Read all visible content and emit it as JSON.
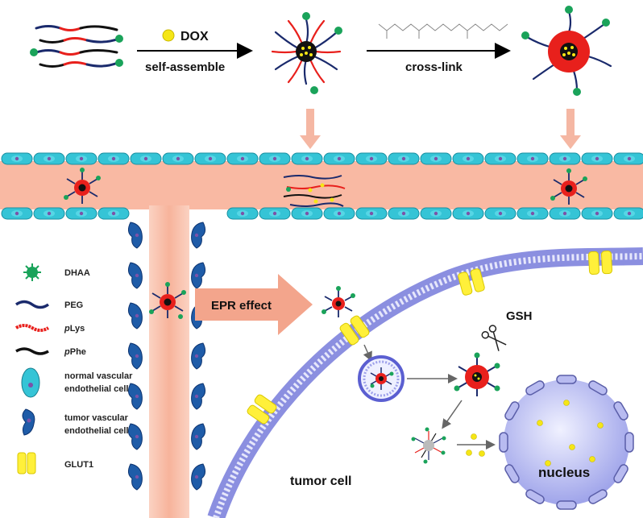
{
  "labels": {
    "dox": "DOX",
    "self_assemble": "self-assemble",
    "cross_link": "cross-link",
    "epr_effect": "EPR effect",
    "gsh": "GSH",
    "tumor_cell": "tumor cell",
    "nucleus": "nucleus"
  },
  "legend": {
    "dhaa": "DHAA",
    "peg": "PEG",
    "plys_prefix": "p",
    "plys_rest": "Lys",
    "pphe_prefix": "p",
    "pphe_rest": "Phe",
    "normal_cell_line1": "normal vascular",
    "normal_cell_line2": "endothelial cell",
    "tumor_cell_line1": "tumor vascular",
    "tumor_cell_line2": "endothelial cell",
    "glut1": "GLUT1"
  },
  "colors": {
    "blood": "#f9b9a3",
    "endothelial": "#35c4d6",
    "tumor_endothelial": "#1f5ca8",
    "peg": "#1a2a6c",
    "plys": "#e8201c",
    "pphe": "#111111",
    "dhaa": "#1aa35a",
    "dox": "#f5e616",
    "glut1": "#fff03a",
    "membrane": "#8b8fe0",
    "nucleus": "#c9ccf3",
    "arrow_gray": "#555555",
    "epr_arrow": "#f3a58c"
  }
}
